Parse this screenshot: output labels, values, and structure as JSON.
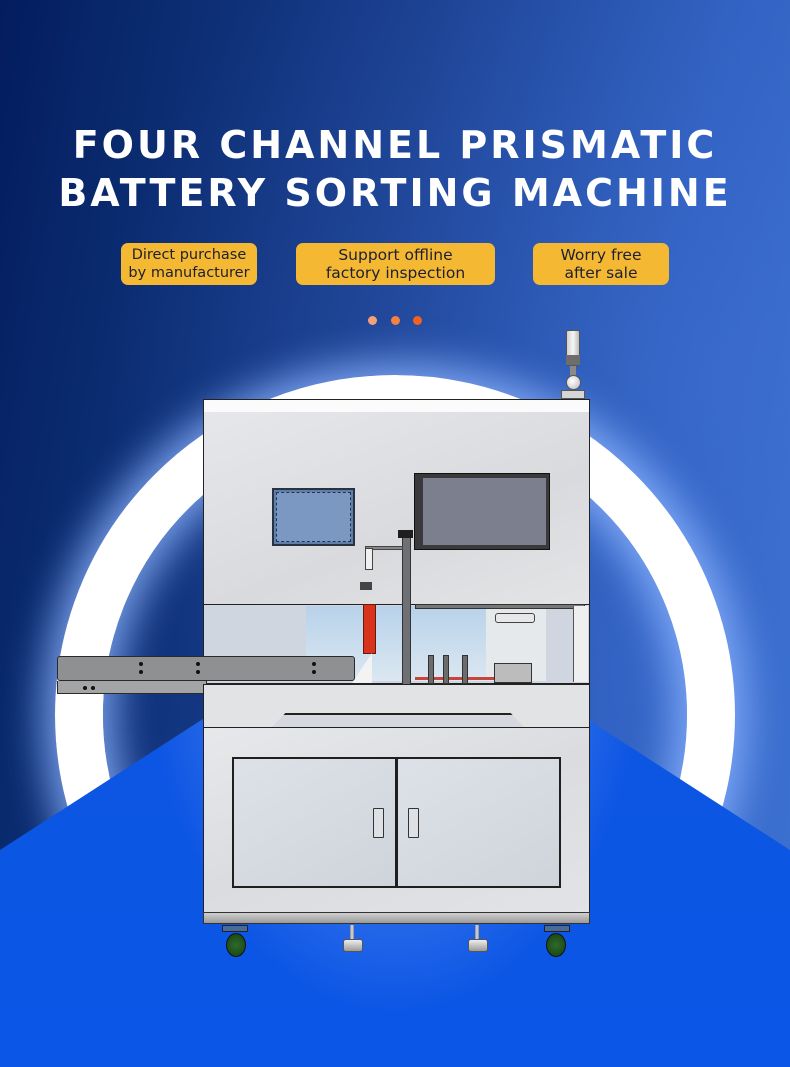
{
  "title": {
    "line1": "FOUR CHANNEL PRISMATIC",
    "line2": "BATTERY SORTING MACHINE"
  },
  "badges": [
    {
      "line1": "Direct purchase",
      "line2": "by manufacturer"
    },
    {
      "line1": "Support offline",
      "line2": "factory inspection"
    },
    {
      "line1": "Worry free",
      "line2": "after sale"
    }
  ],
  "carousel_dots": [
    {
      "color": "#f6a07a"
    },
    {
      "color": "#f4813f"
    },
    {
      "color": "#f2611e"
    }
  ],
  "colors": {
    "badge_bg": "#f4b832",
    "badge_text": "#1e2030",
    "title_text": "#ffffff",
    "bg_dark": "#031d5e",
    "bg_light": "#3d72d2",
    "floor_blue": "#0b56e6",
    "accent_red": "#d8341d"
  },
  "machine": {
    "image_subject": "four-channel-prismatic-battery-sorting-machine-illustration"
  }
}
